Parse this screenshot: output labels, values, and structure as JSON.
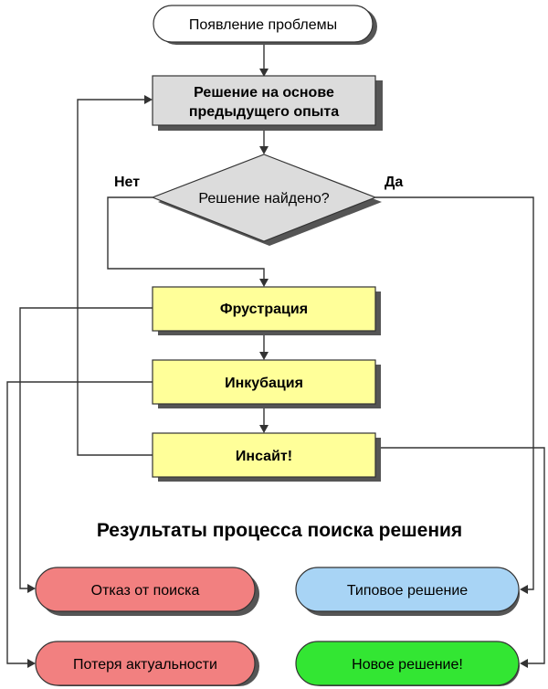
{
  "nodes": {
    "start": {
      "label": "Появление проблемы"
    },
    "prev_experience": {
      "lines": [
        "Решение на основе",
        "предыдущего опыта"
      ]
    },
    "decision": {
      "label": "Решение найдено?"
    },
    "frustration": {
      "label": "Фрустрация"
    },
    "incubation": {
      "label": "Инкубация"
    },
    "insight": {
      "label": "Инсайт!"
    }
  },
  "branches": {
    "no": "Нет",
    "yes": "Да"
  },
  "results_title": "Результаты процесса поиска решения",
  "results": {
    "refusal": "Отказ от поиска",
    "typical": "Типовое решение",
    "lost_relevance": "Потеря актуальности",
    "new_solution": "Новое решение!"
  },
  "colors": {
    "start_fill": "#ffffff",
    "process_gray": "#dcdcdc",
    "process_yellow": "#ffff99",
    "refusal": "#f28080",
    "typical": "#a8d4f5",
    "lost_relevance": "#f28080",
    "new_solution": "#33e633"
  }
}
